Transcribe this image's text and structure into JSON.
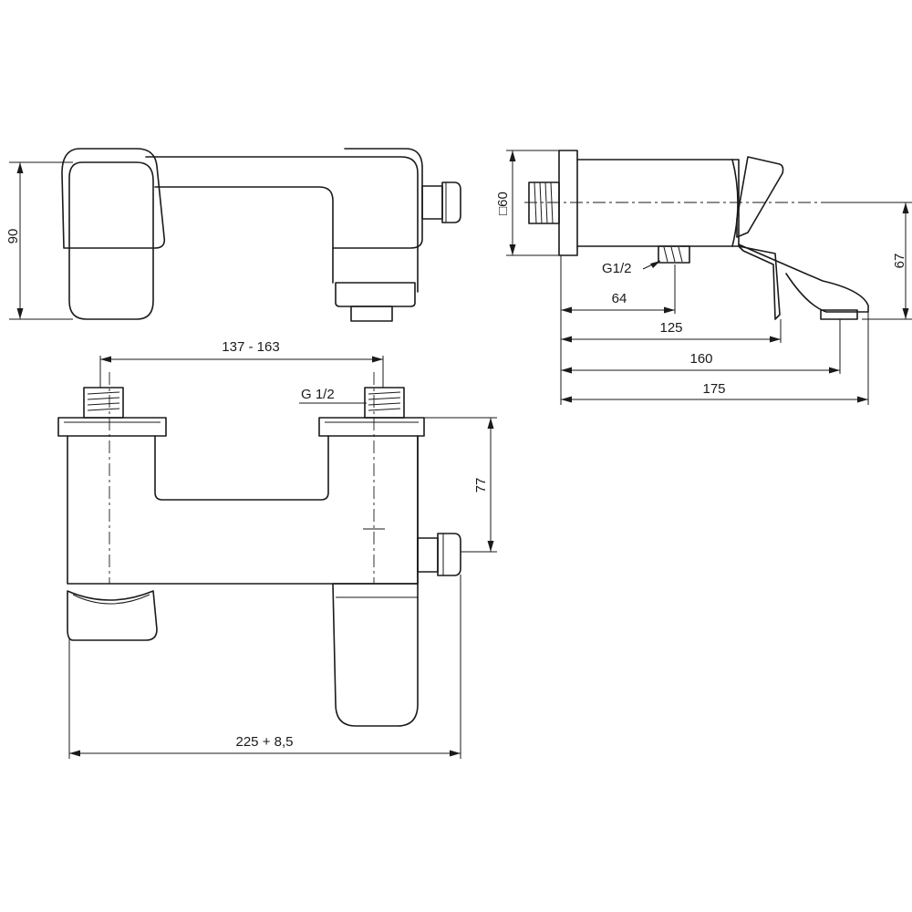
{
  "colors": {
    "line": "#1a1a1a",
    "background": "#ffffff"
  },
  "dimensions": {
    "height_90": "90",
    "connection_spacing": "137 - 163",
    "thread_bottom": "G 1/2",
    "height_77": "77",
    "total_width": "225 + 8,5",
    "square_60": "□60",
    "thread_side": "G1/2",
    "depth_64": "64",
    "depth_125": "125",
    "depth_160": "160",
    "depth_175": "175",
    "height_67": "67"
  }
}
